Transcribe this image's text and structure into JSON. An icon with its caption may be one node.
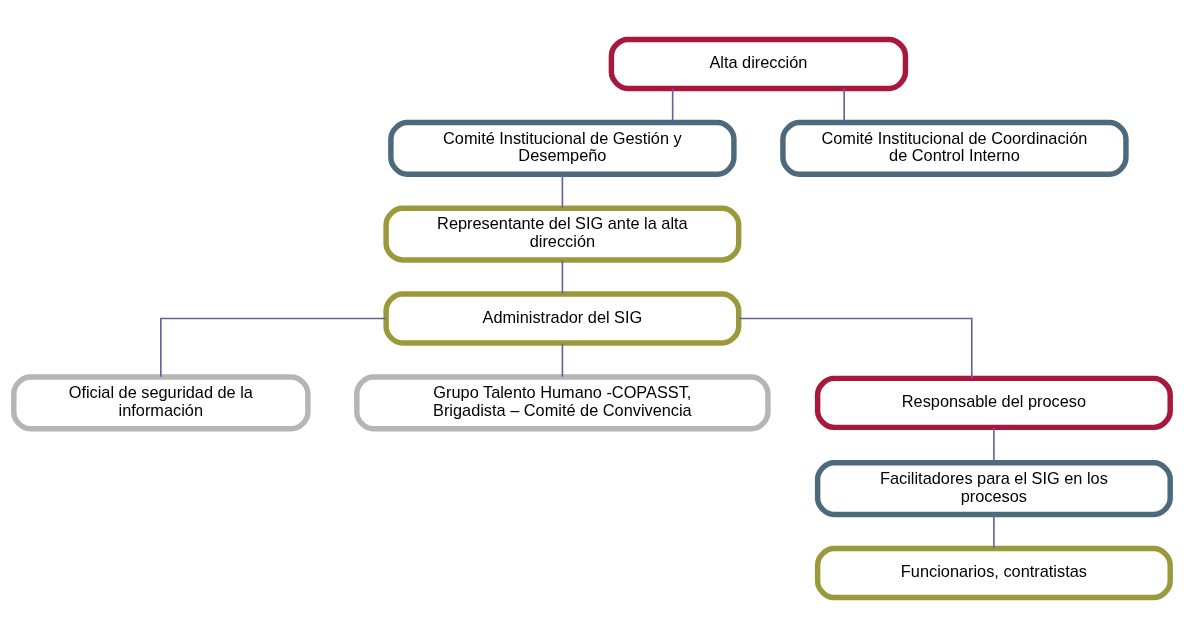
{
  "diagram": {
    "nodes": [
      {
        "text": [
          "Alta dirección"
        ]
      },
      {
        "text": [
          "Comité Institucional de Gestión y Desempeño"
        ]
      },
      {
        "text": [
          "Comité Institucional de Coordinación de Control Interno"
        ]
      },
      {
        "text": [
          "Representante del SIG ante la alta dirección"
        ]
      },
      {
        "text": [
          "Administrador del SIG"
        ]
      },
      {
        "text": [
          "Oficial de seguridad de la información"
        ]
      },
      {
        "text": [
          "Grupo Talento Humano -COPASST, Brigadista – Comité de Convivencia"
        ]
      },
      {
        "text": [
          "Responsable del proceso"
        ]
      },
      {
        "text": [
          "Facilitadores para el SIG en los procesos"
        ]
      },
      {
        "text": [
          "Funcionarios, contratistas"
        ]
      }
    ],
    "edges": [
      {
        "from": 0,
        "to": 1,
        "arrow": "none"
      },
      {
        "from": 0,
        "to": 2,
        "arrow": "none"
      },
      {
        "from": 1,
        "to": 3,
        "arrow": "none"
      },
      {
        "from": 3,
        "to": 4,
        "arrow": "none"
      },
      {
        "from": 4,
        "to": 5,
        "arrow": "none"
      },
      {
        "from": 4,
        "to": 6,
        "arrow": "none"
      },
      {
        "from": 4,
        "to": 7,
        "arrow": "none"
      },
      {
        "from": 7,
        "to": 8,
        "arrow": "none"
      },
      {
        "from": 8,
        "to": 9,
        "arrow": "none"
      }
    ]
  }
}
